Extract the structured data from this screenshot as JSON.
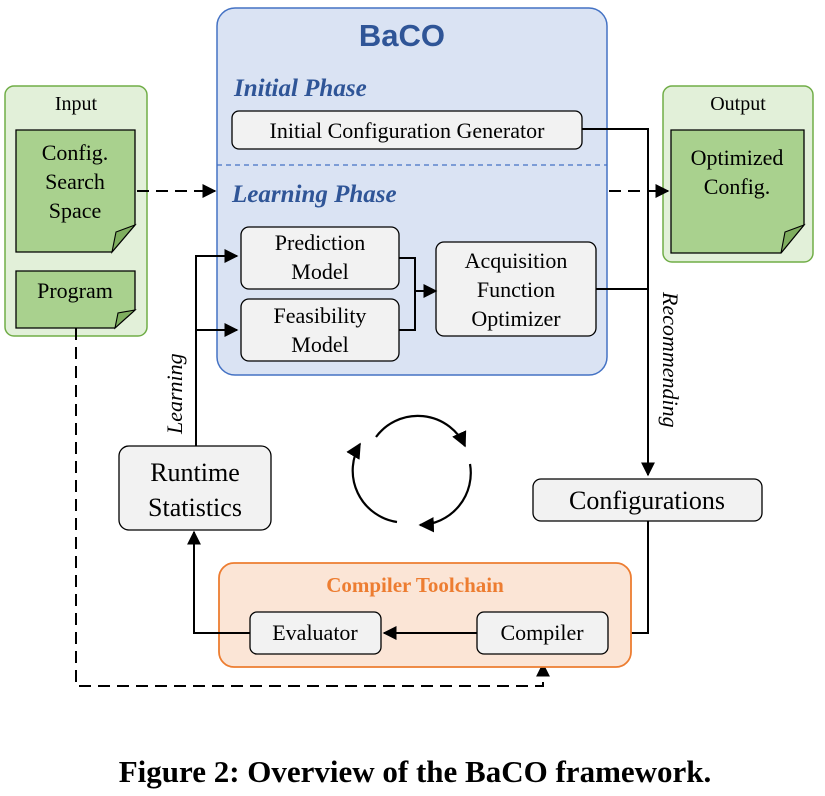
{
  "baco": {
    "title": "BaCO",
    "initial_phase": "Initial Phase",
    "learning_phase": "Learning Phase",
    "initial_config_generator": "Initial Configuration Generator",
    "prediction_model": [
      "Prediction",
      "Model"
    ],
    "feasibility_model": [
      "Feasibility",
      "Model"
    ],
    "acquisition_optimizer": [
      "Acquisition",
      "Function",
      "Optimizer"
    ]
  },
  "input": {
    "title": "Input",
    "config_space": [
      "Config.",
      "Search",
      "Space"
    ],
    "program": "Program"
  },
  "output": {
    "title": "Output",
    "optimized_config": [
      "Optimized",
      "Config."
    ]
  },
  "labels": {
    "learning": "Learning",
    "recommending": "Recommending"
  },
  "runtime_statistics": [
    "Runtime",
    "Statistics"
  ],
  "configurations": "Configurations",
  "toolchain": {
    "title": "Compiler Toolchain",
    "evaluator": "Evaluator",
    "compiler": "Compiler"
  },
  "caption": "Figure 2: Overview of the BaCO framework.",
  "colors": {
    "baco_fill": "#dae3f3",
    "baco_stroke": "#4472c4",
    "baco_title": "#2f5597",
    "io_fill": "#e2f0d9",
    "io_stroke": "#70ad47",
    "doc_fill": "#a9d18e",
    "toolchain_fill": "#fbe5d6",
    "toolchain_stroke": "#ed7d31",
    "box_fill": "#f2f2f2"
  }
}
